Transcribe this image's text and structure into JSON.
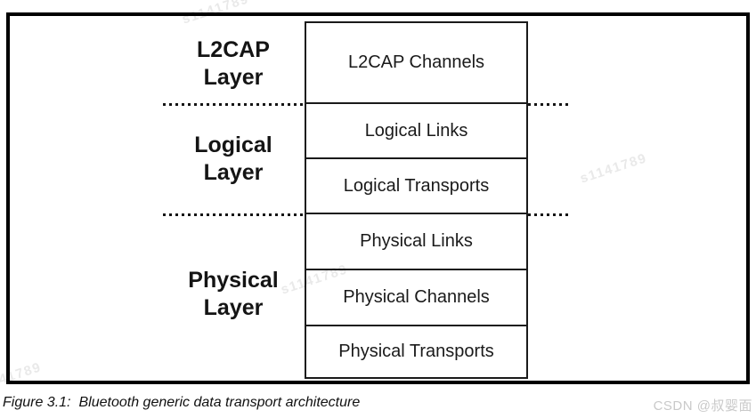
{
  "figure": {
    "caption_prefix": "Figure 3.1:",
    "caption_text": "Bluetooth generic data transport architecture"
  },
  "diagram": {
    "layers": [
      {
        "line1": "L2CAP",
        "line2": "Layer"
      },
      {
        "line1": "Logical",
        "line2": "Layer"
      },
      {
        "line1": "Physical",
        "line2": "Layer"
      }
    ],
    "boxes": [
      "L2CAP Channels",
      "Logical Links",
      "Logical Transports",
      "Physical Links",
      "Physical Channels",
      "Physical Transports"
    ]
  },
  "watermarks": {
    "user_id": "s1141789",
    "site_credit": "CSDN @叔婴面"
  },
  "colors": {
    "frame_black": "#000000",
    "box_border": "#1a1a1a",
    "id_watermark_gray": "#e9e9e9",
    "site_watermark_gray": "#c9c9c9"
  }
}
